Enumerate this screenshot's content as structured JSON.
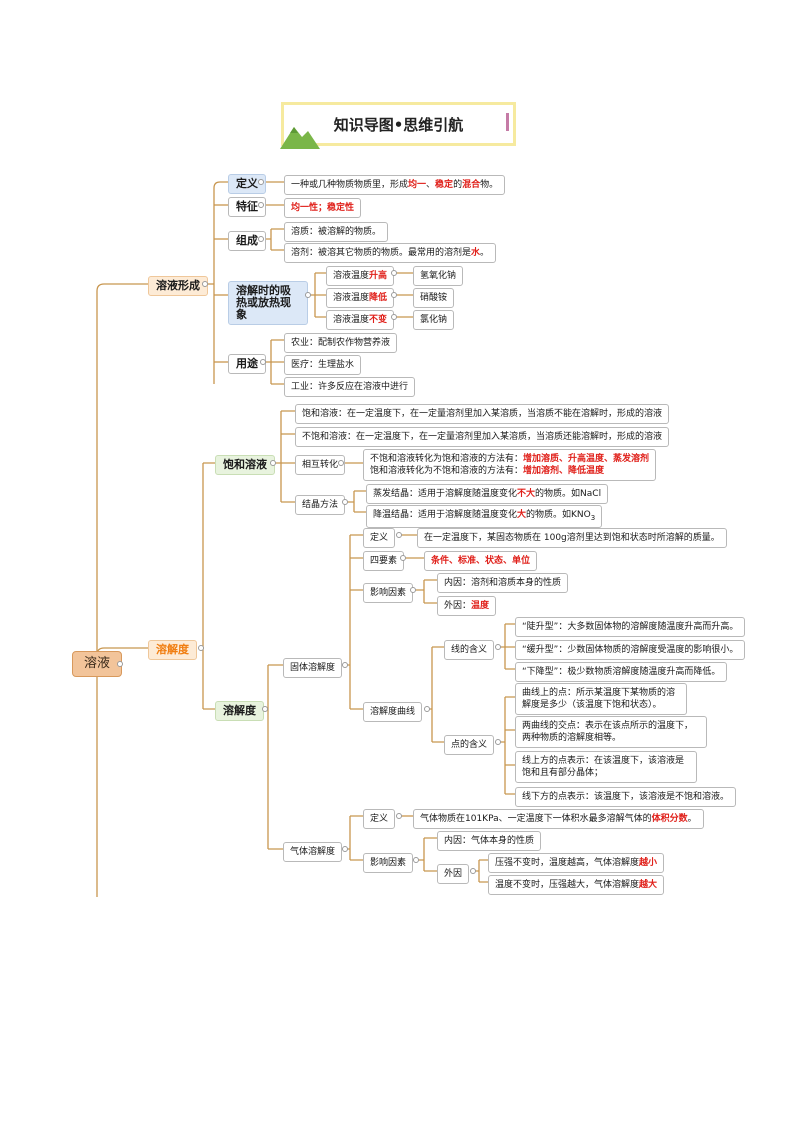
{
  "header": {
    "title": "知识导图•思维引航"
  },
  "root": "溶液",
  "formation": {
    "label": "溶液形成",
    "definition": {
      "label": "定义",
      "text": [
        "一种或几种物质物质里，形成",
        "均一",
        "、",
        "稳定",
        "的",
        "混合",
        "物。"
      ]
    },
    "feature": {
      "label": "特征",
      "text": "均一性；稳定性"
    },
    "composition": {
      "label": "组成",
      "solute": "溶质：被溶解的物质。",
      "solvent": [
        "溶剂：被溶其它物质的物质。最常用的溶剂是",
        "水",
        "。"
      ]
    },
    "heat": {
      "label": "溶解时的吸热或放热现象",
      "items": [
        {
          "pre": "溶液温度",
          "hl": "升高",
          "ex": "氢氧化钠"
        },
        {
          "pre": "溶液温度",
          "hl": "降低",
          "ex": "硝酸铵"
        },
        {
          "pre": "溶液温度",
          "hl": "不变",
          "ex": "氯化钠"
        }
      ]
    },
    "uses": {
      "label": "用途",
      "items": [
        "农业：配制农作物营养液",
        "医疗：生理盐水",
        "工业：许多反应在溶液中进行"
      ]
    }
  },
  "solubility": {
    "label": "溶解度",
    "saturated": {
      "label": "饱和溶液",
      "sat_def": "饱和溶液：在一定温度下，在一定量溶剂里加入某溶质，当溶质不能在溶解时，形成的溶液",
      "unsat_def": "不饱和溶液：在一定温度下，在一定量溶剂里加入某溶质，当溶质还能溶解时，形成的溶液",
      "convert": {
        "label": "相互转化",
        "line1": [
          "不饱和溶液转化为饱和溶液的方法有：",
          "增加溶质、升高温度、蒸发溶剂"
        ],
        "line2": [
          "饱和溶液转化为不饱和溶液的方法有：",
          "增加溶剂、降低温度"
        ]
      },
      "crystal": {
        "label": "结晶方法",
        "evap": [
          "蒸发结晶：适用于溶解度随温度变化",
          "不大",
          "的物质。如NaCl"
        ],
        "cool": [
          "降温结晶：适用于溶解度随温度变化",
          "大",
          "的物质。如KNO",
          "3"
        ]
      }
    },
    "sol": {
      "label": "溶解度",
      "solid": {
        "label": "固体溶解度",
        "definition": {
          "label": "定义",
          "text": "在一定温度下，某固态物质在 100g溶剂里达到饱和状态时所溶解的质量。"
        },
        "four": {
          "label": "四要素",
          "text": "条件、标准、状态、单位"
        },
        "factors": {
          "label": "影响因素",
          "internal": "内因：溶剂和溶质本身的性质",
          "external_pre": "外因：",
          "external_hl": "温度"
        },
        "curve": {
          "label": "溶解度曲线",
          "line": {
            "label": "线的含义",
            "items": [
              "“陡升型”：大多数固体物的溶解度随温度升高而升高。",
              "“缓升型”：少数固体物质的溶解度受温度的影响很小。",
              "“下降型”：极少数物质溶解度随温度升高而降低。"
            ]
          },
          "point": {
            "label": "点的含义",
            "items": [
              "曲线上的点：所示某温度下某物质的溶解度是多少（该温度下饱和状态）。",
              "两曲线的交点：表示在该点所示的温度下，两种物质的溶解度相等。",
              "线上方的点表示：在该温度下，该溶液是饱和且有部分晶体；",
              "线下方的点表示：该温度下，该溶液是不饱和溶液。"
            ]
          }
        }
      },
      "gas": {
        "label": "气体溶解度",
        "definition": {
          "label": "定义",
          "pre": "气体物质在101KPa、一定温度下一体积水最多溶解气体的",
          "hl": "体积分数",
          "post": "。"
        },
        "factors": {
          "label": "影响因素",
          "internal": "内因：气体本身的性质",
          "external": {
            "label": "外因",
            "items": [
              {
                "pre": "压强不变时，温度越高，气体溶解度",
                "hl": "越小"
              },
              {
                "pre": "温度不变时，压强越大，气体溶解度",
                "hl": "越大"
              }
            ]
          }
        }
      }
    }
  }
}
